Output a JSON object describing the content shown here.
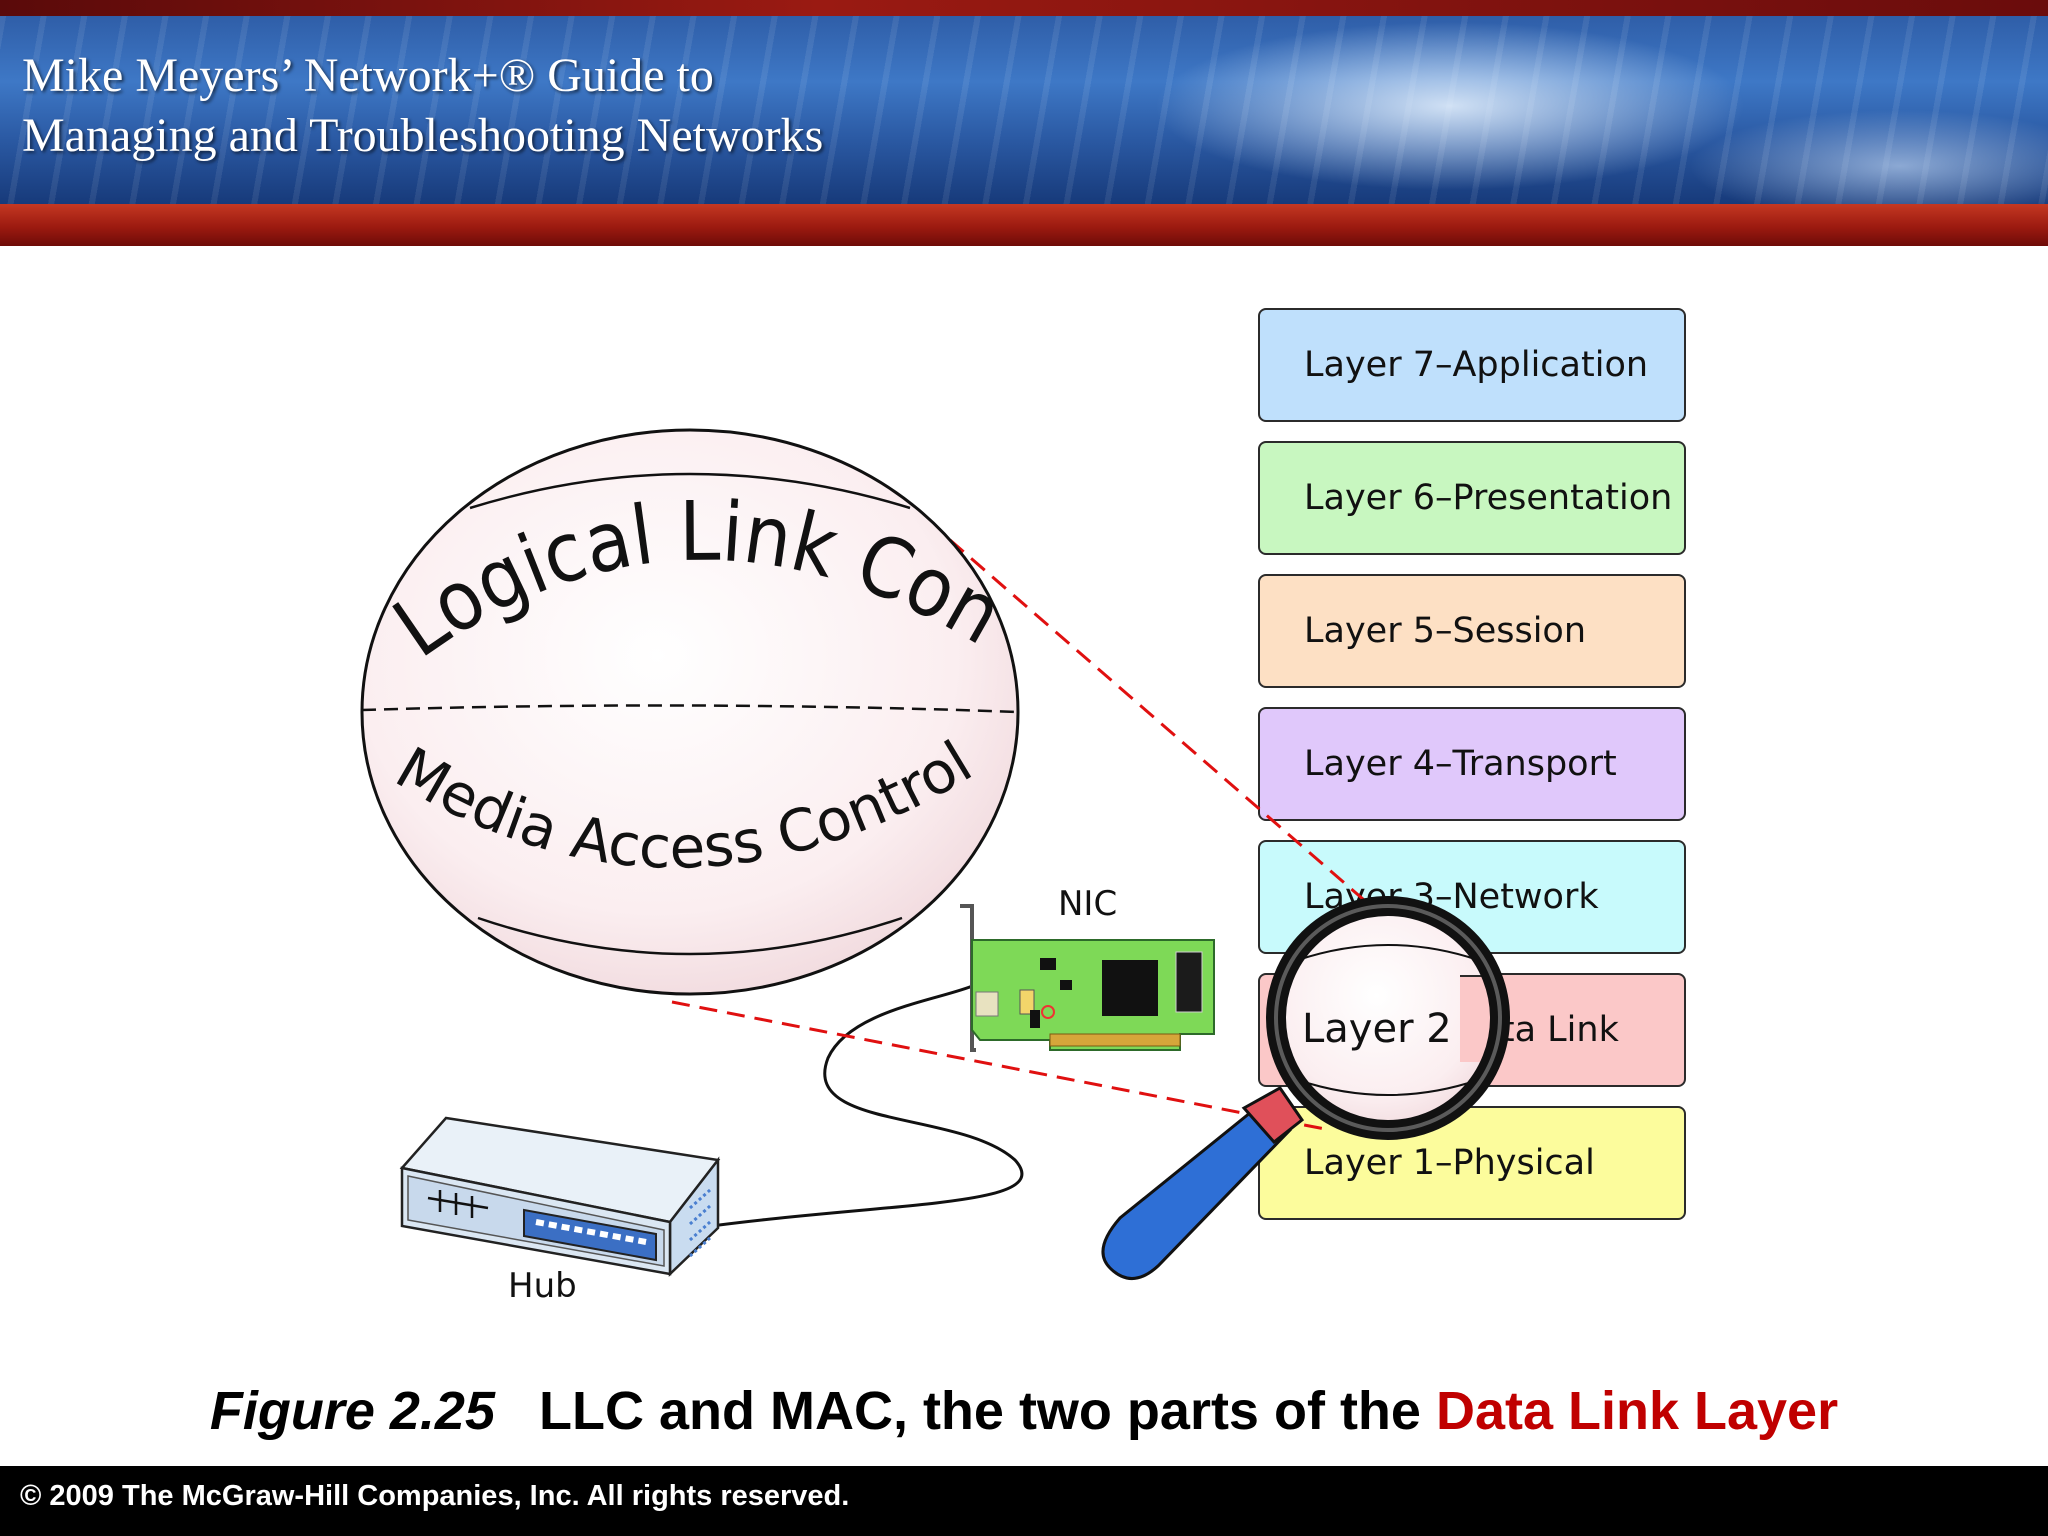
{
  "header": {
    "title_line1": "Mike Meyers’ Network+® Guide to",
    "title_line2": "Managing and Troubleshooting Networks"
  },
  "osi_layers": [
    {
      "label": "Layer 7–Application",
      "color": "#bfe0fc"
    },
    {
      "label": "Layer 6–Presentation",
      "color": "#c8f7c0"
    },
    {
      "label": "Layer 5–Session",
      "color": "#fde0c4"
    },
    {
      "label": "Layer 4–Transport",
      "color": "#e0c8fb"
    },
    {
      "label": "Layer 3–Network",
      "color": "#c8fafc"
    },
    {
      "label": "Layer 2–Data Link",
      "color": "#fbc8c8"
    },
    {
      "label": "Layer 1–Physical",
      "color": "#fcfc9c"
    }
  ],
  "magnifier": {
    "sphere_top": "Logical Link Control",
    "sphere_bottom": "Media Access Control",
    "lens_text": "Layer 2"
  },
  "devices": {
    "nic_label": "NIC",
    "hub_label": "Hub"
  },
  "caption": {
    "figure": "Figure 2.25",
    "text": "LLC and MAC, the two parts of the ",
    "highlight": "Data Link Layer",
    "highlight_color": "#c00000"
  },
  "footer": {
    "copyright": "© 2009 The McGraw-Hill Companies, Inc. All rights reserved."
  }
}
